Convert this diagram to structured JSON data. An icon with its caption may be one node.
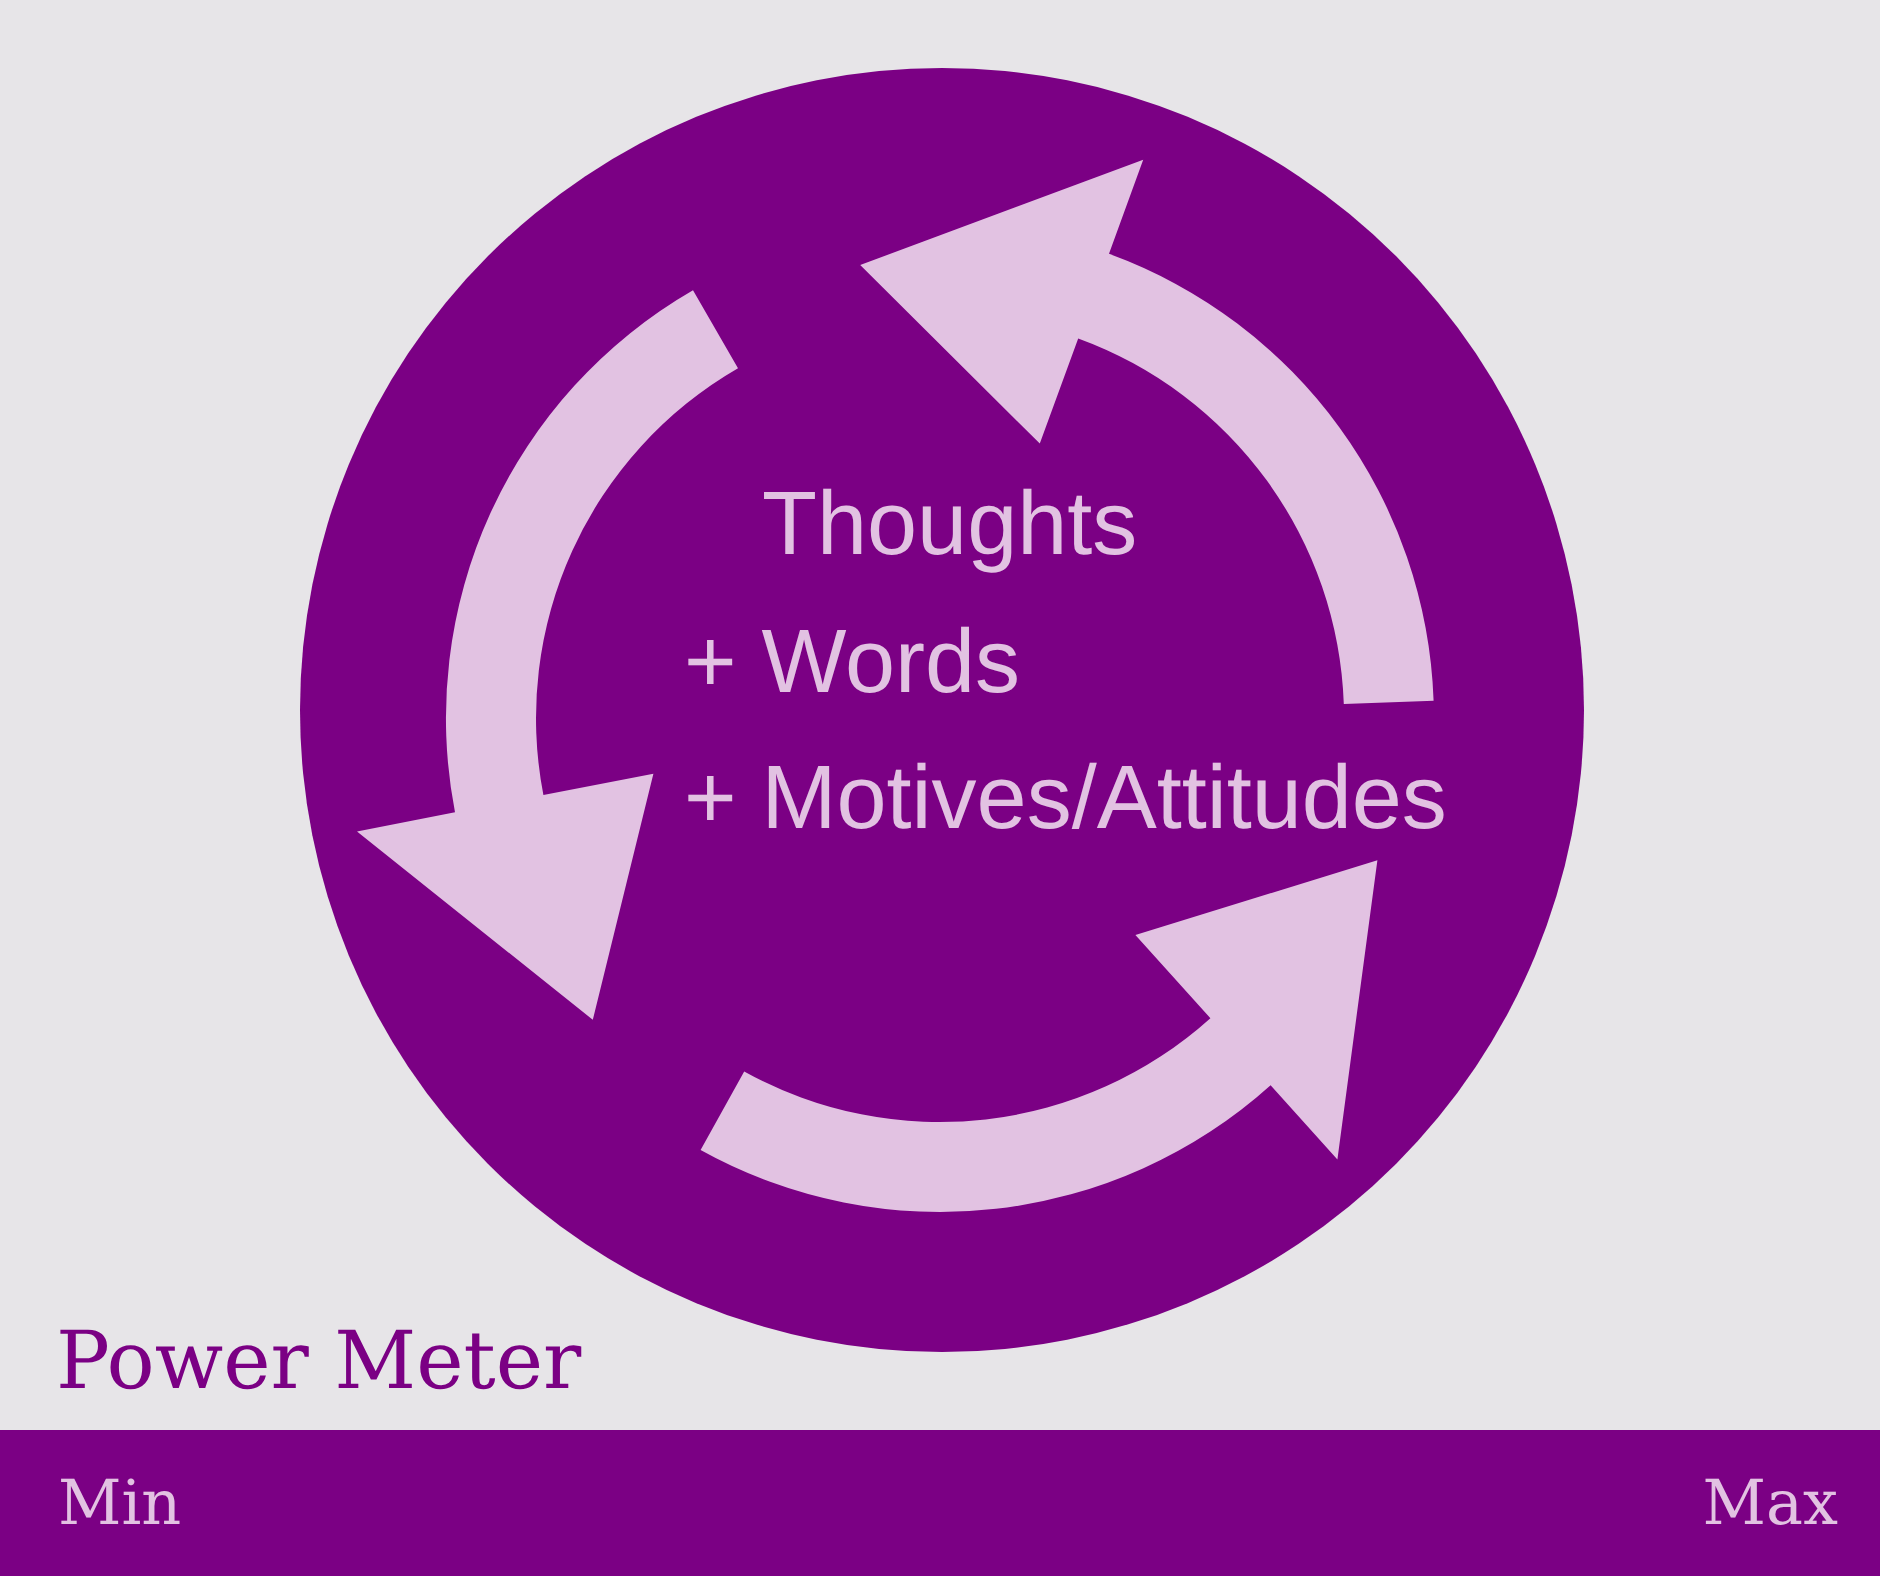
{
  "diagram": {
    "nodes": [
      {
        "text": [
          "Thoughts",
          "+ Words",
          "+ Motives/Attitudes"
        ]
      },
      {
        "text": [
          "Min",
          "Max"
        ]
      }
    ],
    "labels": [
      "Power Meter"
    ]
  }
}
